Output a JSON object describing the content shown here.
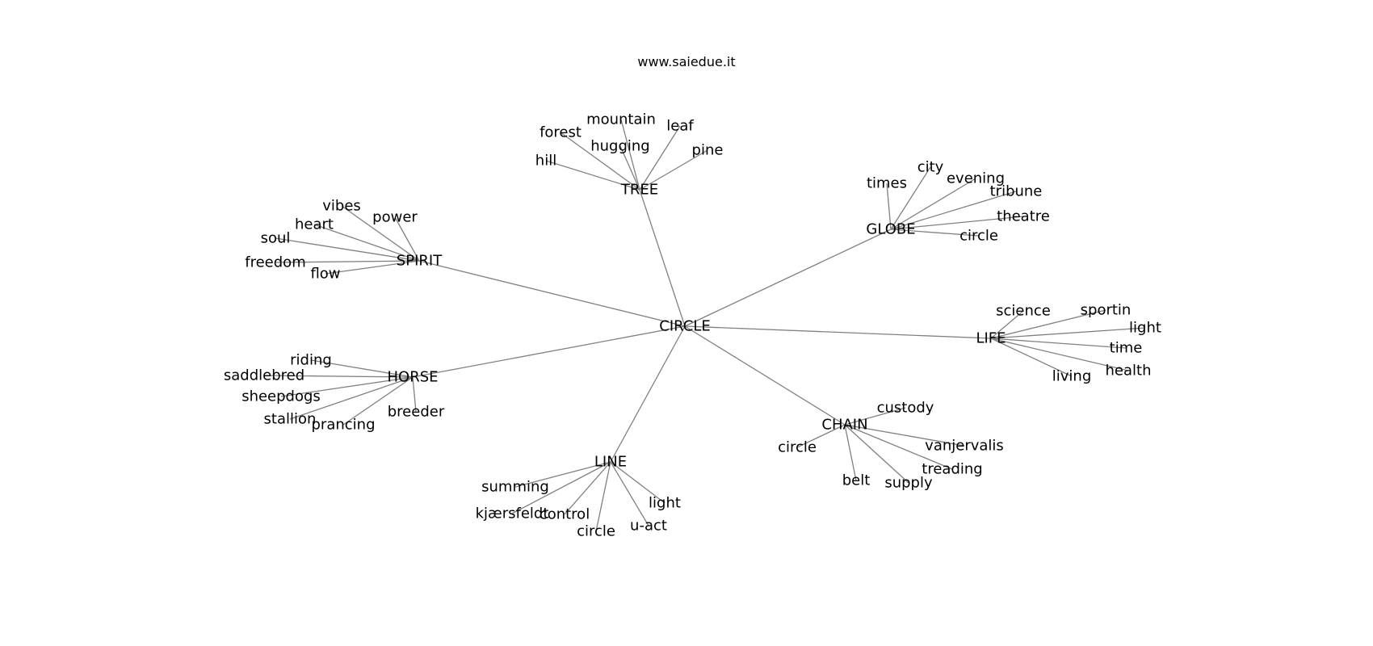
{
  "title": "www.saiedue.it",
  "root": "CIRCLE",
  "hubs": [
    {
      "id": "tree",
      "label": "TREE",
      "leaves": [
        "hill",
        "forest",
        "mountain",
        "hugging",
        "leaf",
        "pine"
      ]
    },
    {
      "id": "globe",
      "label": "GLOBE",
      "leaves": [
        "times",
        "city",
        "evening",
        "tribune",
        "theatre",
        "circle"
      ]
    },
    {
      "id": "spirit",
      "label": "SPIRIT",
      "leaves": [
        "vibes",
        "power",
        "heart",
        "soul",
        "freedom",
        "flow"
      ]
    },
    {
      "id": "life",
      "label": "LIFE",
      "leaves": [
        "science",
        "sportin",
        "light",
        "time",
        "health",
        "living"
      ]
    },
    {
      "id": "horse",
      "label": "HORSE",
      "leaves": [
        "riding",
        "saddlebred",
        "sheepdogs",
        "stallion",
        "prancing",
        "breeder"
      ]
    },
    {
      "id": "chain",
      "label": "CHAIN",
      "leaves": [
        "custody",
        "circle",
        "vanjervalis",
        "treading",
        "belt",
        "supply"
      ]
    },
    {
      "id": "line",
      "label": "LINE",
      "leaves": [
        "summing",
        "kjærsfeldt",
        "control",
        "circle",
        "u-act",
        "light"
      ]
    }
  ]
}
